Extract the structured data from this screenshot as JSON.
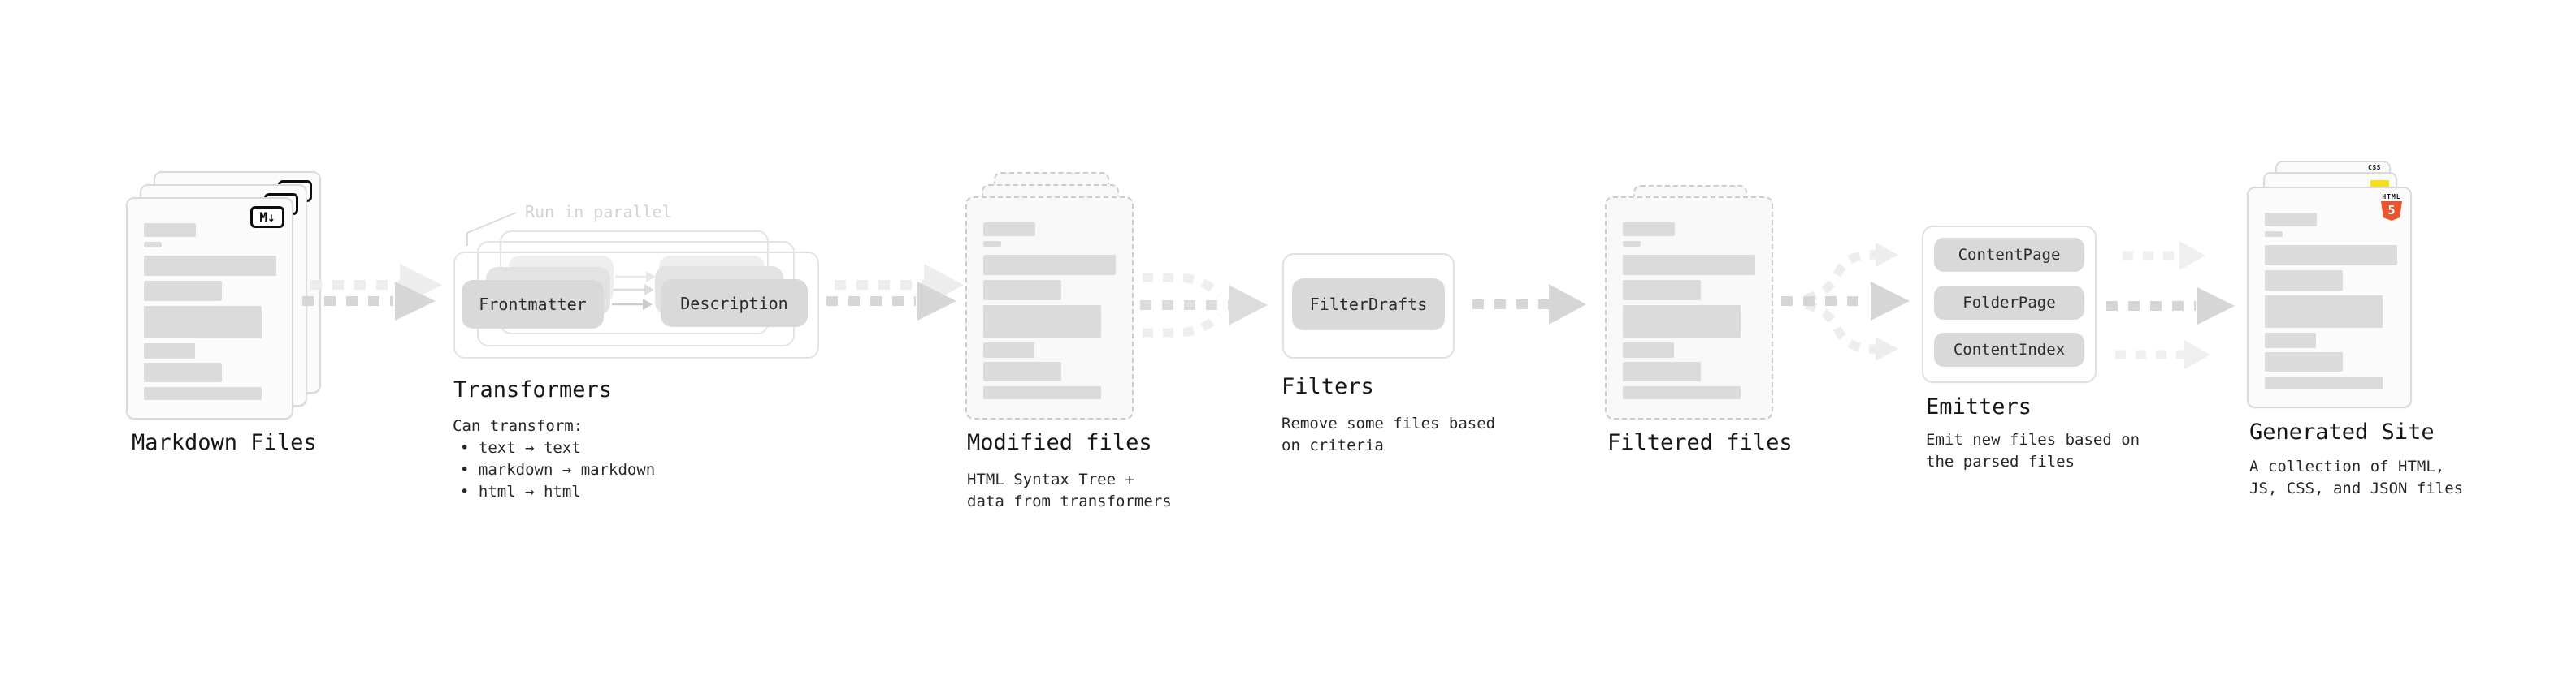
{
  "sections": {
    "markdown_files": {
      "label": "Markdown Files",
      "badge": "M↓"
    },
    "transformers": {
      "annotation": "Run in parallel",
      "pill_left": "Frontmatter",
      "pill_right": "Description",
      "label": "Transformers",
      "caption_title": "Can transform:",
      "bullets": [
        "• text → text",
        "• markdown → markdown",
        "• html → html"
      ]
    },
    "modified_files": {
      "label": "Modified files",
      "caption_line1": "HTML Syntax Tree +",
      "caption_line2": "data from transformers"
    },
    "filters": {
      "pill": "FilterDrafts",
      "label": "Filters",
      "caption_line1": "Remove some files based",
      "caption_line2": "on criteria"
    },
    "filtered_files": {
      "label": "Filtered files"
    },
    "emitters": {
      "pills": [
        "ContentPage",
        "FolderPage",
        "ContentIndex"
      ],
      "label": "Emitters",
      "caption_line1": "Emit new files based on",
      "caption_line2": "the parsed files"
    },
    "generated_site": {
      "label": "Generated Site",
      "caption_line1": "A collection of HTML,",
      "caption_line2": "JS, CSS, and JSON files",
      "badge_html_text": "HTML",
      "badge_html_number": "5",
      "badge_css_text": "CSS"
    }
  },
  "colors": {
    "background": "#ffffff",
    "card_border": "#dadada",
    "dashed_border": "#cccccc",
    "card_fill": "#fbfbfb",
    "bar_fill": "#dbdbdb",
    "pill_fill": "#d9d9d9",
    "label_text": "#161616",
    "muted_annotation": "#d2d2d2",
    "arrow_dark": "#d6d6d6",
    "arrow_light": "#ededed",
    "html5_orange": "#e8542e",
    "js_yellow": "#f7df1e",
    "css_blue": "#2b6bf3"
  }
}
